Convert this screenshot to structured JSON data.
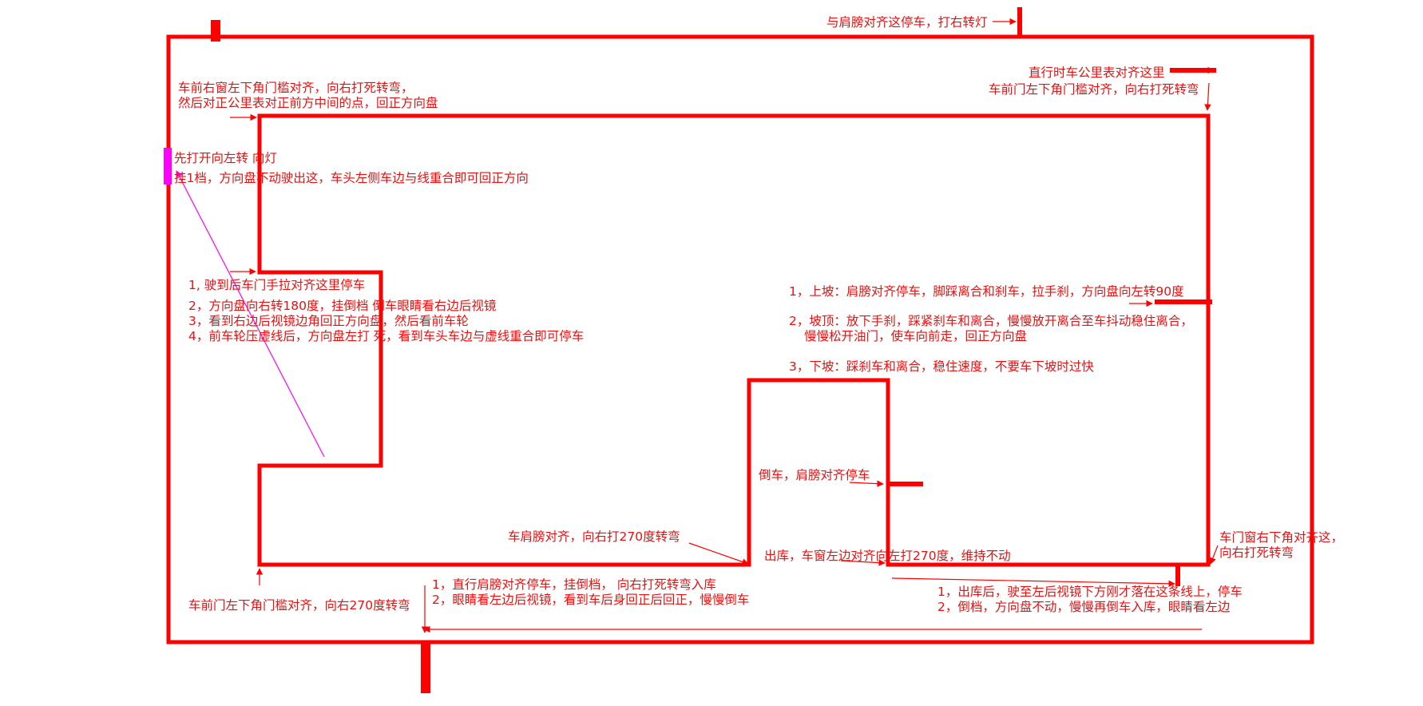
{
  "colors": {
    "line": "#ff0000",
    "text": "#e81010",
    "highlight": "#ff00ff"
  },
  "labels": {
    "top_turn_signal": "与肩膀对齐这停车，打右转灯",
    "odometer_align": "直行时车公里表对齐这里",
    "top_right_door": "车前门左下角门槛对齐，向右打死转弯",
    "top_left_line1": "车前右窗左下角门槛对齐，向右打死转弯，",
    "top_left_line2": "然后对正公里表对正前方中间的点，回正方向盘",
    "start_line1": "先打开向左转 向灯",
    "start_line2": "挂1档，方向盘不动驶出这，车头左侧车边与线重合即可回正方向",
    "side_park_1": "1, 驶到后车门手拉对齐这里停车",
    "side_park_2": "2，方向盘向右转180度，挂倒档  倒车眼睛看右边后视镜",
    "side_park_3": "3，看到右边后视镜边角回正方向盘，然后看前车轮",
    "side_park_4": "4，前车轮压虚线后，方向盘左打  死，看到车头车边与虚线重合即可停车",
    "slope_1": "1，上坡：肩膀对齐停车，脚踩离合和刹车，拉手刹，方向盘向左转90度",
    "slope_2a": "2，坡顶：放下手刹，踩紧刹车和离合，慢慢放开离合至车抖动稳住离合，",
    "slope_2b": "慢慢松开油门，使车向前走，回正方向盘",
    "slope_3": "3，下坡：踩刹车和离合，稳住速度，不要车下坡时过快",
    "reverse_shoulder": "倒车，肩膀对齐停车",
    "shoulder_270": "车肩膀对齐，向右打270度转弯",
    "exit_window": "出库，车窗左边对齐向左打270度，维持不动",
    "door_window_1": "车门窗右下角对齐这，",
    "door_window_2": "向右打死转弯",
    "bottom_left_door": "车前门左下角门槛对齐，向右270度转弯",
    "reverse_in_1": "1，直行肩膀对齐停车，挂倒档， 向右打死转弯入库",
    "reverse_in_2": "2，眼睛看左边后视镜，看到车后身回正后回正，慢慢倒车",
    "exit_mirror_1": "1，出库后，驶至左后视镜下方刚才落在这条线上，停车",
    "exit_mirror_2": "2，倒档，方向盘不动，慢慢再倒车入库，眼睛看左边"
  }
}
